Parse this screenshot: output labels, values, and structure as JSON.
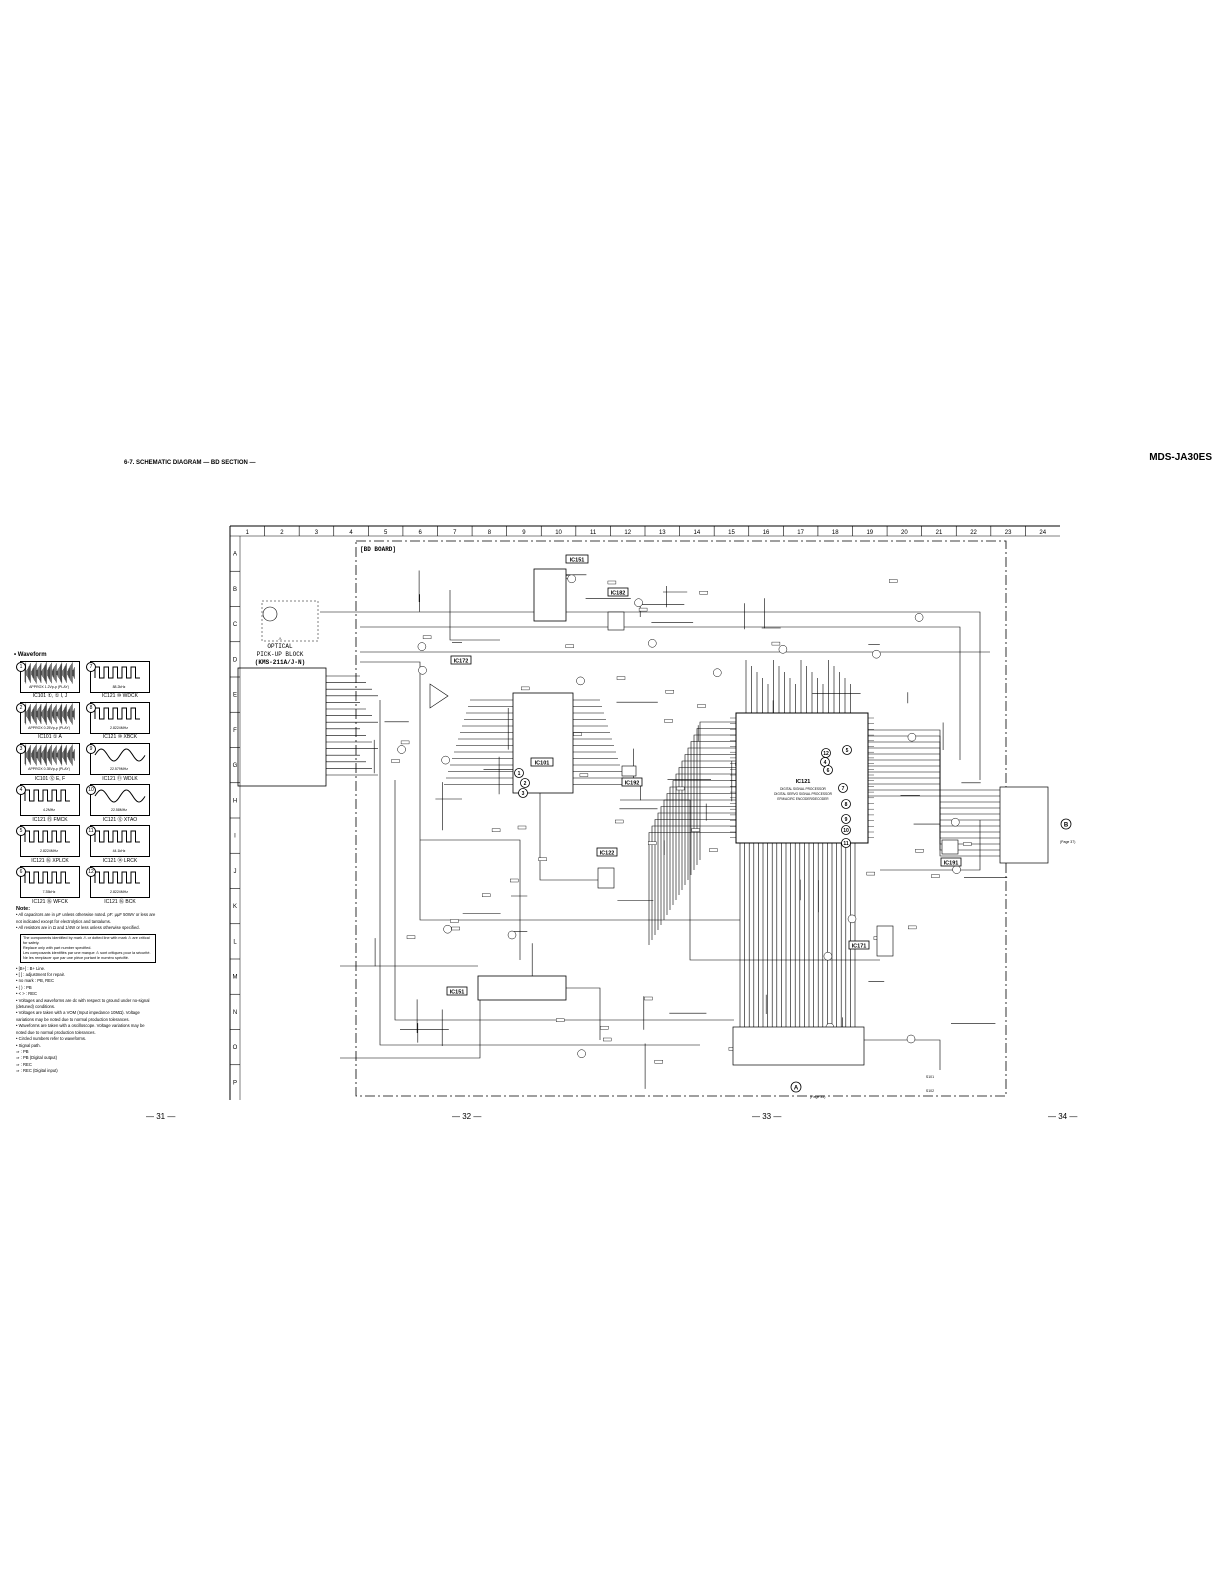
{
  "header": {
    "section_title": "6-7.   SCHEMATIC DIAGRAM — BD SECTION —",
    "model": "MDS-JA30ES"
  },
  "grid": {
    "columns": [
      "1",
      "2",
      "3",
      "4",
      "5",
      "6",
      "7",
      "8",
      "9",
      "10",
      "11",
      "12",
      "13",
      "14",
      "15",
      "16",
      "17",
      "18",
      "19",
      "20",
      "21",
      "22",
      "23",
      "24"
    ],
    "rows": [
      "A",
      "B",
      "C",
      "D",
      "E",
      "F",
      "G",
      "H",
      "I",
      "J",
      "K",
      "L",
      "M",
      "N",
      "O",
      "P"
    ]
  },
  "board": {
    "label": "[BD BOARD]",
    "pickup_title": [
      "OPTICAL",
      "PICK-UP BLOCK",
      "(KMS-211A/J-N)"
    ],
    "ics": {
      "ic151_top": "IC151",
      "ic182": "IC182",
      "ic172": "IC172",
      "ic101": "IC101",
      "ic192": "IC192",
      "ic122": "IC122",
      "ic121": "IC121",
      "ic171": "IC171",
      "ic191": "IC191",
      "ic151_bottom": "IC151"
    },
    "ic121_desc": [
      "DIGITAL SIGNAL PROCESSOR",
      "DIGITAL SERVO SIGNAL PROCESSOR",
      "EFM/ACIRC ENCODER/DECODER"
    ],
    "waveform_markers": [
      "1",
      "2",
      "3",
      "4",
      "5",
      "6",
      "7",
      "8",
      "9",
      "10",
      "11",
      "12"
    ],
    "connector_a": "A",
    "connector_b": "B",
    "connector_a_note": [
      "(Page 35)"
    ],
    "connector_b_note": [
      "(Page 37)"
    ],
    "switch_labels": [
      "S101",
      "S102"
    ]
  },
  "waveforms": {
    "title": "• Waveform",
    "items": [
      {
        "num": "1",
        "sub": "APPROX 1.2Vp-p (PLAY)",
        "caption": "IC101 ①, ① I, J"
      },
      {
        "num": "7",
        "sub": "88.2kHz",
        "caption": "IC121 ⑩ WDCK"
      },
      {
        "num": "2",
        "sub": "APPROX 0.25Vp-p (PLAY)",
        "caption": "IC101 ① A"
      },
      {
        "num": "8",
        "sub": "2.8224MHz",
        "caption": "IC121 ⑩ XBCK"
      },
      {
        "num": "3",
        "sub": "APPROX 0.35Vp-p (PLAY)",
        "caption": "IC101 ⑫ E, F"
      },
      {
        "num": "9",
        "sub": "22.579MHz",
        "caption": "IC121 ⑪ WDLK"
      },
      {
        "num": "4",
        "sub": "4.2MHz",
        "caption": "IC121 ⑮ FMCK"
      },
      {
        "num": "10",
        "sub": "22.58MHz",
        "caption": "IC121 ⑫ XTAO"
      },
      {
        "num": "5",
        "sub": "2.8224MHz",
        "caption": "IC121 ⑯ XPLCK"
      },
      {
        "num": "11",
        "sub": "44.1kHz",
        "caption": "IC121 ⑭ LRCK"
      },
      {
        "num": "6",
        "sub": "7.35kHz",
        "caption": "IC121 ⑯ WFCK"
      },
      {
        "num": "12",
        "sub": "2.8224MHz",
        "caption": "IC121 ⑯ BCK"
      }
    ]
  },
  "notes": {
    "title": "Note:",
    "lines": [
      "• All capacitors are in μF unless otherwise noted. pF: μμF 50WV or less are not indicated except for electrolytics and tantalums.",
      "• All resistors are in Ω and 1/4W or less unless otherwise specified."
    ],
    "caution_box": [
      "The components identified by mark ⚠ or dotted line with mark ⚠ are critical for safety.",
      "Replace only with part number specified.",
      "Les composants identifiés par une marque ⚠ sont critiques pour la sécurité.",
      "Ne les remplacer que par une pièce portant le numéro spécifié."
    ],
    "lines2": [
      "• [B+] : B+ Line.",
      "• [   ] : adjustment for repair.",
      "• no mark : PB, REC",
      "• (  ) : PB",
      "• < > : REC",
      "• Voltages and waveforms are dc with respect to ground under no-signal (detuned) conditions.",
      "• Voltages are taken with a VOM (Input impedance 10MΩ). Voltage variations may be noted due to normal production tolerances.",
      "• Waveforms are taken with a oscilloscope. Voltage variations may be noted due to normal production tolerances.",
      "• Circled numbers refer to waveforms.",
      "• Signal path.",
      "   ⇒ : PB",
      "   ⇒ : PB (Digital output)",
      "   ⇒ : REC",
      "   ⇒ : REC (Digital input)"
    ]
  },
  "page_numbers": [
    "— 31 —",
    "— 32 —",
    "— 33 —",
    "— 34 —"
  ]
}
